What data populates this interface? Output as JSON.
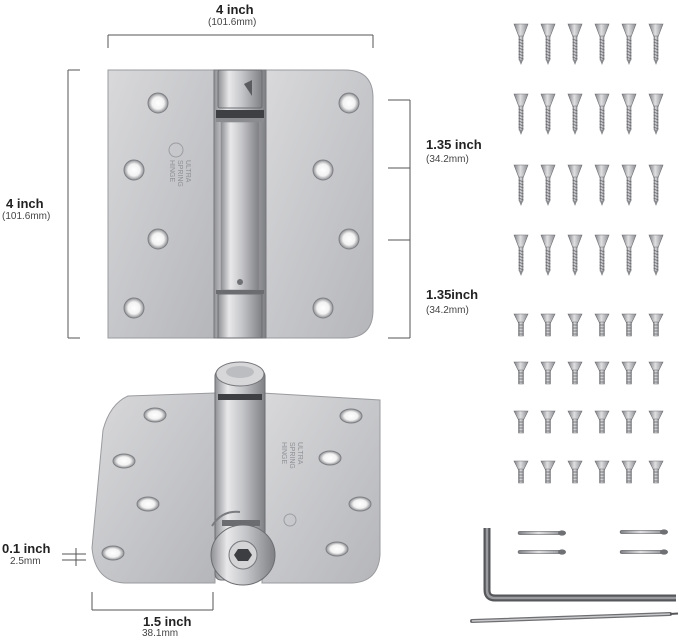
{
  "dimensions": {
    "top_width": {
      "main": "4 inch",
      "sub": "(101.6mm)"
    },
    "left_height": {
      "main": "4 inch",
      "sub": "(101.6mm)"
    },
    "upper_spacing": {
      "main": "1.35 inch",
      "sub": "(34.2mm)"
    },
    "lower_spacing": {
      "main": "1.35inch",
      "sub": "(34.2mm)"
    },
    "thickness": {
      "main": "0.1 inch",
      "sub": "2.5mm"
    },
    "knuckle_offset": {
      "main": "1.5 inch",
      "sub": "38.1mm"
    }
  },
  "hinge_marking": [
    "ULTRA",
    "SPRING",
    "HINGE",
    "UL"
  ],
  "hardware": {
    "long_wood_screws": 24,
    "machine_screws": 24,
    "spring_pins": 4,
    "hex_key": 1,
    "adjust_pin": 1
  },
  "colors": {
    "metal": "#c9c9cb",
    "metal_dark": "#9d9ea2",
    "metal_light": "#e4e4e6",
    "dim_line": "#555555"
  }
}
